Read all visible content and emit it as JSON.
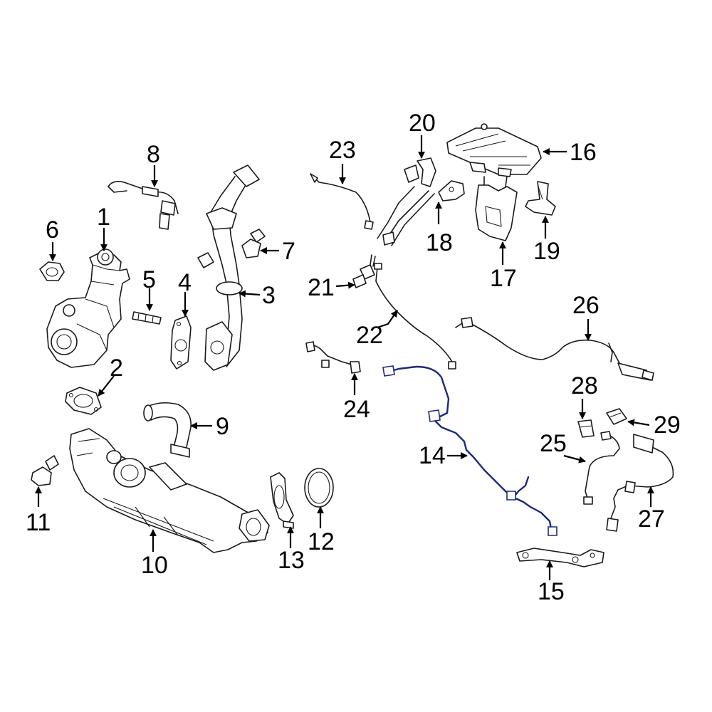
{
  "callouts": {
    "c1": "1",
    "c2": "2",
    "c3": "3",
    "c4": "4",
    "c5": "5",
    "c6": "6",
    "c7": "7",
    "c8": "8",
    "c9": "9",
    "c10": "10",
    "c11": "11",
    "c12": "12",
    "c13": "13",
    "c14": "14",
    "c15": "15",
    "c16": "16",
    "c17": "17",
    "c18": "18",
    "c19": "19",
    "c20": "20",
    "c21": "21",
    "c22": "22",
    "c23": "23",
    "c24": "24",
    "c25": "25",
    "c26": "26",
    "c27": "27",
    "c28": "28",
    "c29": "29"
  },
  "colors": {
    "highlight": "#1c2a7a",
    "line": "#1a1a1a",
    "background": "#ffffff"
  }
}
